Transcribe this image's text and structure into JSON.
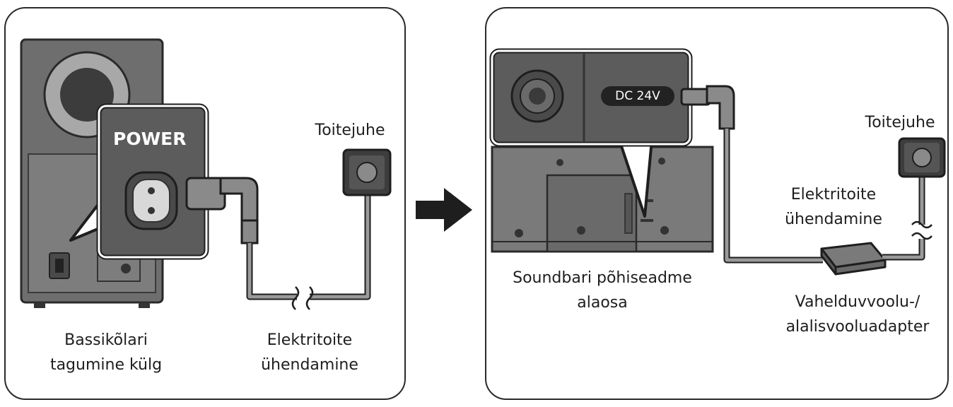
{
  "left_panel": {
    "power_label": "POWER",
    "outlet_label": "Toitejuhe",
    "subwoofer_label": [
      "Bassikõlari",
      "tagumine külg"
    ],
    "connection_label": [
      "Elektritoite",
      "ühendamine"
    ]
  },
  "right_panel": {
    "dc_label": "DC 24V",
    "outlet_label": "Toitejuhe",
    "connection_label": [
      "Elektritoite",
      "ühendamine"
    ],
    "soundbar_label": [
      "Soundbari põhiseadme",
      "alaosa"
    ],
    "adapter_label": [
      "Vahelduvvoolu-/",
      "alalisvooluadapter"
    ]
  },
  "colors": {
    "line": "#1e1e1e",
    "device": "#6b6b6b",
    "cable": "#9a9a9a",
    "zoom_bg": "#5c5c5c"
  }
}
